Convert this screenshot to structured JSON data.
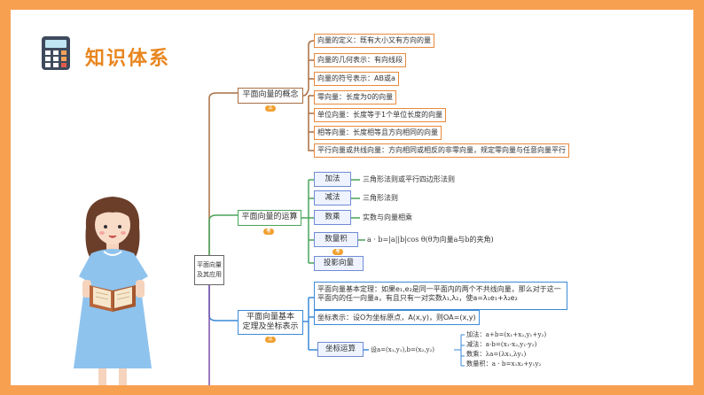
{
  "title": "知识体系",
  "root": {
    "line1": "平面向量",
    "line2": "及其应用"
  },
  "branches": [
    {
      "label": "平面向量的概念",
      "badge": "三",
      "items": [
        "向量的定义：既有大小又有方向的量",
        "向量的几何表示：有向线段",
        "向量的符号表示：AB或a",
        "零向量：长度为0的向量",
        "单位向量：长度等于1个单位长度的向量",
        "相等向量：长度相等且方向相同的向量",
        "平行向量或共线向量：方向相同或相反的非零向量，规定零向量与任意向量平行"
      ]
    },
    {
      "label": "平面向量的运算",
      "badge": "考",
      "items": [
        {
          "label": "加法",
          "desc": "三角形法则或平行四边形法则"
        },
        {
          "label": "减法",
          "desc": "三角形法则"
        },
        {
          "label": "数乘",
          "desc": "实数与向量相乘"
        },
        {
          "label": "数量积",
          "desc": "a · b=|a||b|cos θ(θ为向量a与b的夹角)",
          "badge": "考"
        },
        {
          "label": "投影向量",
          "desc": ""
        }
      ]
    },
    {
      "label_line1": "平面向量基本",
      "label_line2": "定理及坐标表示",
      "badge": "三",
      "theorem": "平面向量基本定理：如果e₁,e₂是同一平面内的两个不共线向量，那么对于这一平面内的任一向量a，有且只有一对实数λ₁,λ₂，使a=λ₁e₁+λ₂e₂",
      "coord": "坐标表示：设O为坐标原点，A(x,y)，则OA=(x,y)",
      "coord_op": {
        "label": "坐标运算",
        "premise": "设a=(x₁,y₁),b=(x₂,y₂)",
        "rules": [
          "加法：a+b=(x₁+x₂,y₁+y₂)",
          "减法：a-b=(x₁-x₂,y₁-y₂)",
          "数乘：λa=(λx₁,λy₁)",
          "数量积：a · b=x₁x₂+y₁y₂"
        ]
      }
    }
  ]
}
